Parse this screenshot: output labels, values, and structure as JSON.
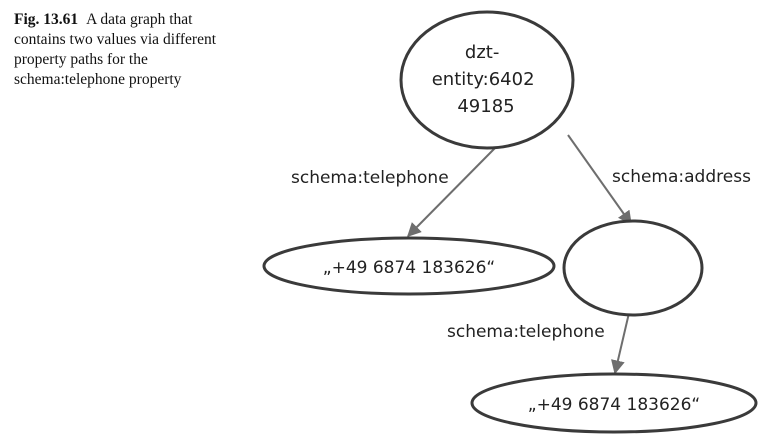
{
  "caption": {
    "label": "Fig. 13.61",
    "text": "A data graph that contains two values via different property paths for the schema:telephone property"
  },
  "diagram": {
    "nodes": {
      "entity": {
        "lines": [
          "dzt-",
          "entity:6402",
          "49185"
        ]
      },
      "phone_literal_1": {
        "text": "„+49 6874 183626“"
      },
      "blank_node": {
        "text": ""
      },
      "phone_literal_2": {
        "text": "„+49 6874 183626“"
      }
    },
    "edges": {
      "entity_telephone": {
        "label": "schema:telephone"
      },
      "entity_address": {
        "label": "schema:address"
      },
      "blank_telephone": {
        "label": "schema:telephone"
      }
    }
  },
  "colors": {
    "node_stroke": "#3a3a3a",
    "edge_stroke": "#6e6e6e",
    "text": "#222222"
  }
}
